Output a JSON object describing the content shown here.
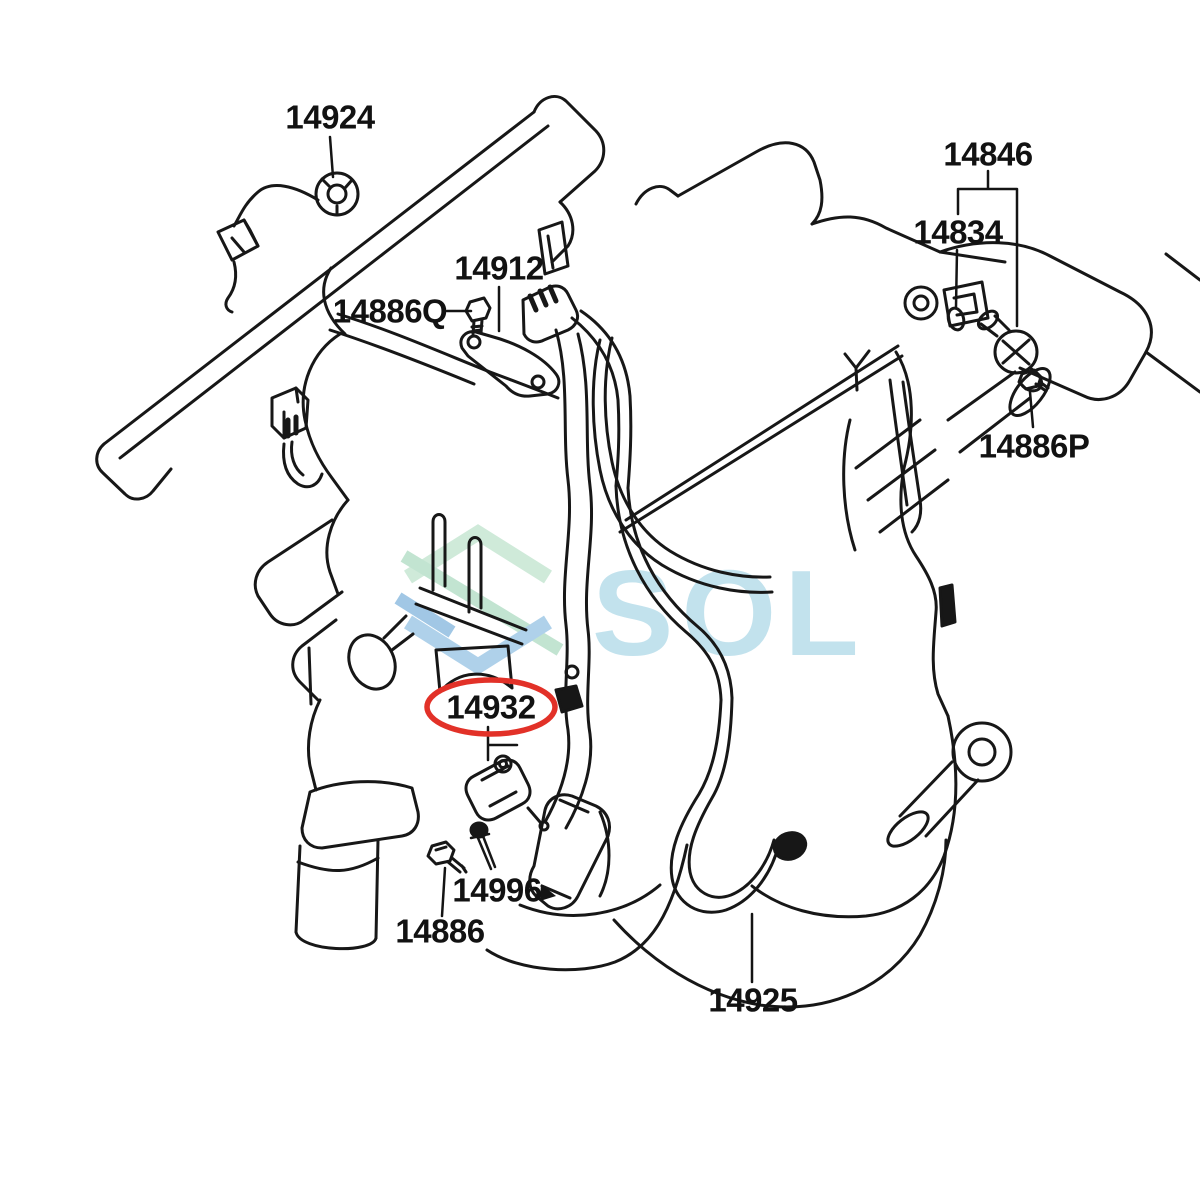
{
  "image_type": "automotive engine sensor parts diagram",
  "watermark": {
    "logo_text": "SOL"
  },
  "highlight": {
    "part": "14932",
    "color": "#e23128"
  },
  "parts": [
    {
      "label": "14924",
      "highlighted": false
    },
    {
      "label": "14886Q",
      "highlighted": false
    },
    {
      "label": "14912",
      "highlighted": false
    },
    {
      "label": "14846",
      "highlighted": false
    },
    {
      "label": "14834",
      "highlighted": false
    },
    {
      "label": "14886P",
      "highlighted": false
    },
    {
      "label": "14932",
      "highlighted": true
    },
    {
      "label": "14996",
      "highlighted": false
    },
    {
      "label": "14886",
      "highlighted": false
    },
    {
      "label": "14925",
      "highlighted": false
    }
  ]
}
